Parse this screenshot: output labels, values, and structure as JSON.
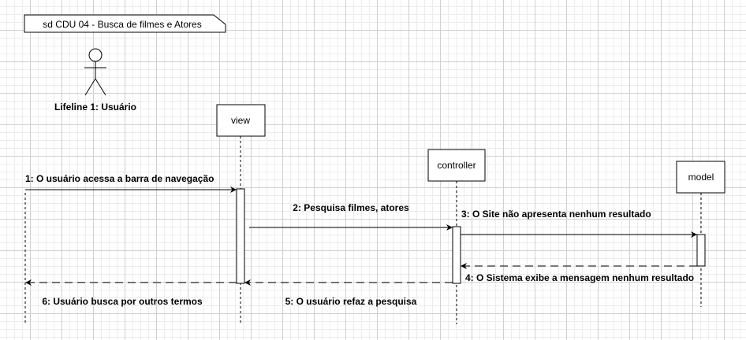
{
  "frame": {
    "title": "sd CDU 04 - Busca de filmes  e  Atores"
  },
  "actor": {
    "label": "Lifeline 1: Usuário"
  },
  "lifelines": [
    {
      "label": "view"
    },
    {
      "label": "controller"
    },
    {
      "label": "model"
    }
  ],
  "messages": [
    {
      "label": "1: O usuário acessa a barra de navegação"
    },
    {
      "label": "2: Pesquisa filmes, atores"
    },
    {
      "label": "3: O  Site não apresenta nenhum resultado"
    },
    {
      "label": "4: O  Sistema exibe a mensagem nenhum  resultado"
    },
    {
      "label": "5: O usuário refaz a pesquisa"
    },
    {
      "label": "6: Usuário busca por  outros termos"
    }
  ]
}
